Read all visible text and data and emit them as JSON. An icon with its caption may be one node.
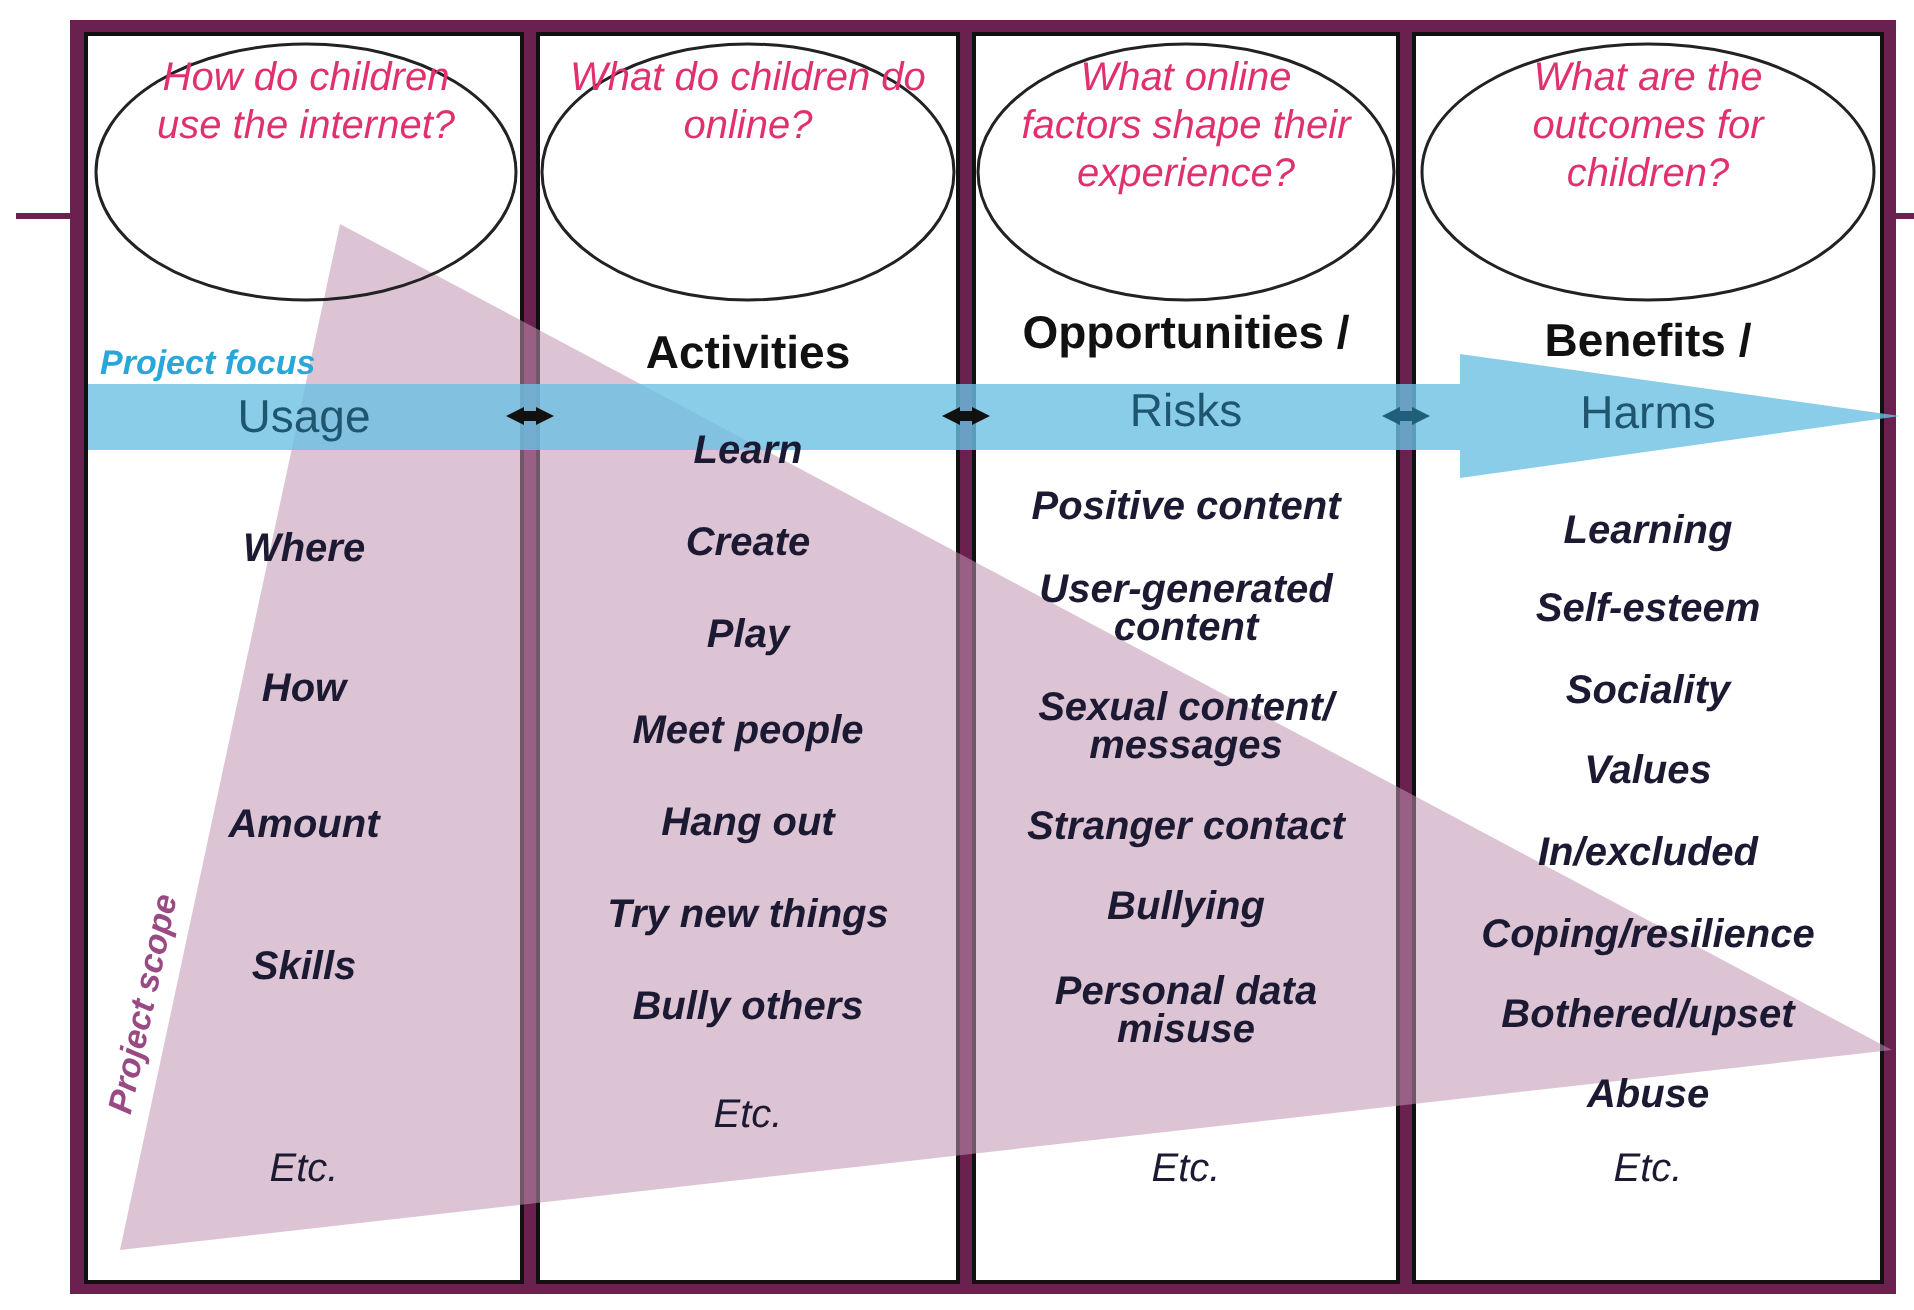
{
  "diagram": {
    "nodes": [
      {
        "text": [
          "Usage",
          "Where",
          "How",
          "Amount",
          "Skills",
          "Etc."
        ]
      },
      {
        "text": [
          "Activities",
          "Learn",
          "Create",
          "Play",
          "Meet people",
          "Hang out",
          "Try new things",
          "Bully others",
          "Etc."
        ]
      },
      {
        "text": [
          "Opportunities /",
          "Risks",
          "Positive content",
          "User-generated content",
          "Sexual content/ messages",
          "Stranger contact",
          "Bullying",
          "Personal data misuse",
          "Etc."
        ]
      },
      {
        "text": [
          "Benefits /",
          "Harms",
          "Learning",
          "Self-esteem",
          "Sociality",
          "Values",
          "In/excluded",
          "Coping/resilience",
          "Bothered/upset",
          "Abuse",
          "Etc."
        ]
      },
      {
        "text": [
          "How do children use the internet?"
        ],
        "in": 0
      },
      {
        "text": [
          "What do children do online?"
        ],
        "in": 1
      },
      {
        "text": [
          "What online factors shape their experience?"
        ],
        "in": 2
      },
      {
        "text": [
          "What are the outcomes for children?"
        ],
        "in": 3
      }
    ],
    "edges": [
      {
        "from": 0,
        "to": 1,
        "arrow": "both"
      },
      {
        "from": 1,
        "to": 2,
        "arrow": "both"
      },
      {
        "from": 2,
        "to": 3,
        "arrow": "both",
        "color": "#1f5f7a"
      }
    ],
    "labels": [
      "Project focus",
      "Project scope"
    ]
  }
}
